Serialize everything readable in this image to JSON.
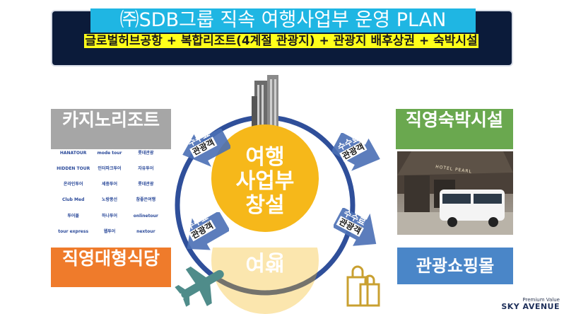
{
  "header": {
    "title": "㈜SDB그룹 직속 여행사업부 운영 PLAN",
    "subtitle": "글로벌허브공항 + 복합리조트(4계절 관광지) + 관광지 배후상권 + 숙박시설"
  },
  "boxes": {
    "casino": "카지노리조트",
    "lodging": "직영숙박시설",
    "restaurant": "직영대형식당",
    "mall": "관광쇼핑몰"
  },
  "center": {
    "line1": "여행",
    "line2": "사업부",
    "line3": "창설"
  },
  "arrows": {
    "fee": "수수료",
    "guest": "관광객"
  },
  "logos": [
    "HANATOUR",
    "mode tour",
    "롯데관광",
    "HIDDEN TOUR",
    "인터파크투어",
    "자유투어",
    "온라인투어",
    "세중투어",
    "롯데관광",
    "Club Med",
    "노랑풍선",
    "참좋은여행",
    "투어몰",
    "하나투어",
    "onlinetour",
    "tour express",
    "웹투어",
    "nextour"
  ],
  "photo": {
    "sign": "HOTEL PEARL"
  },
  "brand": {
    "tagline": "Premium Value",
    "name": "SKY AVENUE"
  },
  "colors": {
    "header_bg": "#0b1b3a",
    "title_bg": "#1fb6e3",
    "subtitle_bg": "#ffff1a",
    "center": "#f6b81a",
    "ring": "#2f4f9a",
    "casino": "#a6a6a6",
    "lodging": "#6aa84f",
    "restaurant": "#ef7b2b",
    "mall": "#4a86c8"
  },
  "icons": [
    "building-icon",
    "airplane-icon",
    "shopping-bag-icon",
    "arrow-icon"
  ]
}
